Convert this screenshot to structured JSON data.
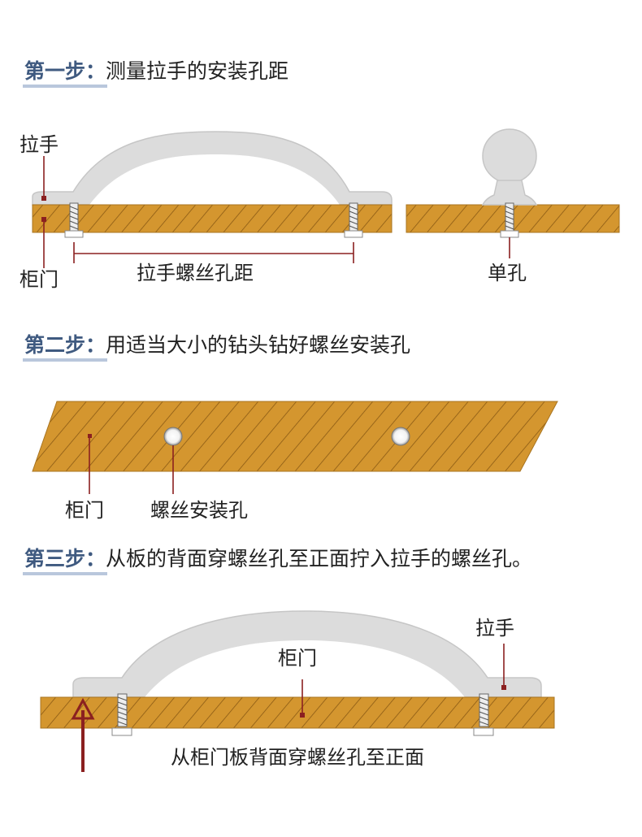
{
  "step1": {
    "label": "第一步：",
    "text": "测量拉手的安装孔距",
    "handle_label": "拉手",
    "door_label": "柜门",
    "distance_label": "拉手螺丝孔距",
    "single_hole_label": "单孔"
  },
  "step2": {
    "label": "第二步：",
    "text": "用适当大小的钻头钻好螺丝安装孔",
    "door_label": "柜门",
    "hole_label": "螺丝安装孔"
  },
  "step3": {
    "label": "第三步：",
    "text": "从板的背面穿螺丝孔至正面拧入拉手的螺丝孔。",
    "handle_label": "拉手",
    "door_label": "柜门",
    "arrow_caption": "从柜门板背面穿螺丝孔至正面"
  },
  "colors": {
    "wood": "#d4962f",
    "wood_hatch": "#8a5a14",
    "handle": "#dcdcdc",
    "handle_edge": "#c4c4c4",
    "pointer": "#8b2020",
    "heading": "#3f5a80",
    "heading_underline": "#b9c7dc"
  }
}
